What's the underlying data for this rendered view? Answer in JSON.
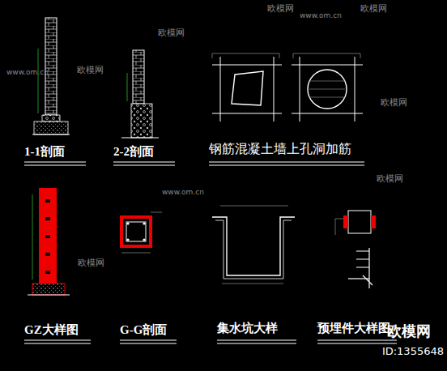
{
  "diagram": {
    "labels": [
      "1-1剖面",
      "2-2剖面",
      "钢筋混凝土墙上孔洞加筋",
      "GZ大样图",
      "G-G剖面",
      "集水坑大样",
      "预埋件大样图",
      "欧模网",
      "欧模网",
      "欧模网",
      "欧模网",
      "欧模网",
      "欧模网",
      "欧模网",
      "www.om.cn",
      "www.om.cn",
      "www.om.cn",
      "欧模网",
      "ID:1355648"
    ]
  }
}
